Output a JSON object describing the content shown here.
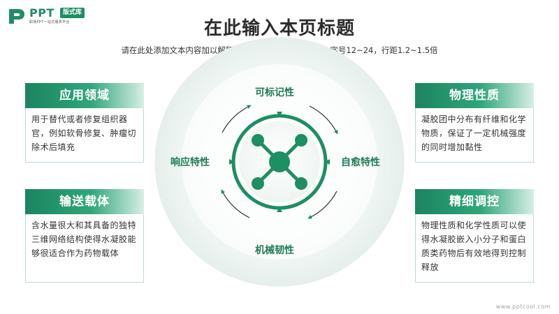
{
  "logo": {
    "brand": "PPT",
    "badge": "版式库",
    "tagline": "职场PPT一站式服务平台"
  },
  "header": {
    "title": "在此输入本页标题",
    "subtitle": "请在此处添加文本内容加以解释说明，建议字体微软雅黑，字号12~24，行距1.2~1.5倍"
  },
  "ring": {
    "top_label": "可标记性",
    "right_label": "自愈特性",
    "bottom_label": "机械韧性",
    "left_label": "响应特性"
  },
  "cards": {
    "top_left": {
      "title": "应用领域",
      "body": "用于替代或者修复组织器官，例如软骨修复、肿瘤切除术后填充"
    },
    "bottom_left": {
      "title": "输送载体",
      "body": "含水量很大和其具备的独特三维网络结构使得水凝胶能够很适合作为药物载体"
    },
    "top_right": {
      "title": "物理性质",
      "body": "凝胶团中分布有纤维和化学物质，保证了一定机械强度的同时增加黏性"
    },
    "bottom_right": {
      "title": "精细调控",
      "body": "物理性质和化学性质可以使得水凝胶嵌入小分子和蛋白质类药物后有效地得到控制释放"
    }
  },
  "footer": {
    "watermark": "www.pptcool.com"
  },
  "colors": {
    "primary": "#1e8e63",
    "primary_dark": "#1b7a57",
    "primary_light": "#2fa67a",
    "text": "#333333"
  },
  "icons": {
    "center": "molecule-icon",
    "logo": "p-logo-icon"
  }
}
